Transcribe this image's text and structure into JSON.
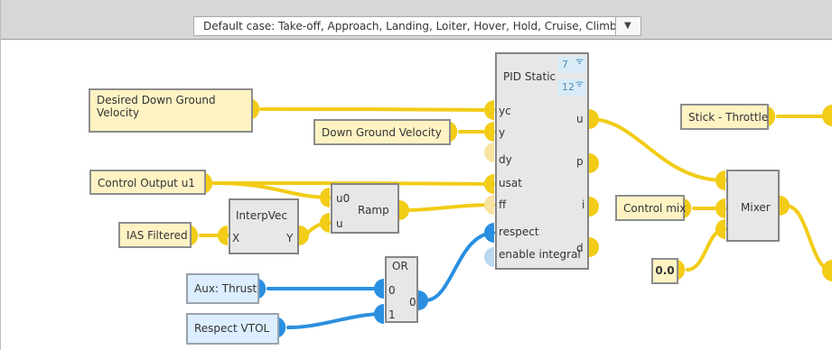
{
  "case_selector": {
    "selected_label": "Default case: Take-off, Approach, Landing, Loiter, Hover, Hold, Cruise, Climb",
    "arrow": "▼"
  },
  "inputs": {
    "desired_down_ground_velocity_line1": "Desired Down Ground",
    "desired_down_ground_velocity_line2": "Velocity",
    "down_ground_velocity": "Down Ground Velocity",
    "control_output_u1": "Control Output u1",
    "ias_filtered": "IAS Filtered",
    "aux_thrust": "Aux: Thrust",
    "respect_vtol": "Respect VTOL",
    "stick_throttle": "Stick - Throttle",
    "control_mix": "Control mix",
    "constant_value": "0.0"
  },
  "blocks": {
    "interpvec": {
      "title": "InterpVec",
      "x_port": "X",
      "y_port": "Y"
    },
    "ramp": {
      "title": "Ramp",
      "u0_port": "u0",
      "u_port": "u"
    },
    "or": {
      "title": "OR",
      "input_0": "0",
      "input_1": "1",
      "output_0": "0"
    },
    "pid": {
      "title": "PID Static",
      "tag_7": "7",
      "tag_12": "12",
      "signal_icon": "wifi-signal-icon",
      "inputs": [
        "yc",
        "y",
        "dy",
        "usat",
        "ff",
        "respect",
        "enable integral"
      ],
      "outputs": [
        "u",
        "p",
        "i",
        "d"
      ]
    },
    "mixer": {
      "title": "Mixer"
    }
  },
  "colors": {
    "topbar": "#d7d7d7",
    "yellow_wire": "#f2cc16",
    "blue_wire": "#2a8fe0",
    "yellow_node": "#fff3c4",
    "blue_node": "#dceeff",
    "block_fill": "#e7e7e7"
  }
}
